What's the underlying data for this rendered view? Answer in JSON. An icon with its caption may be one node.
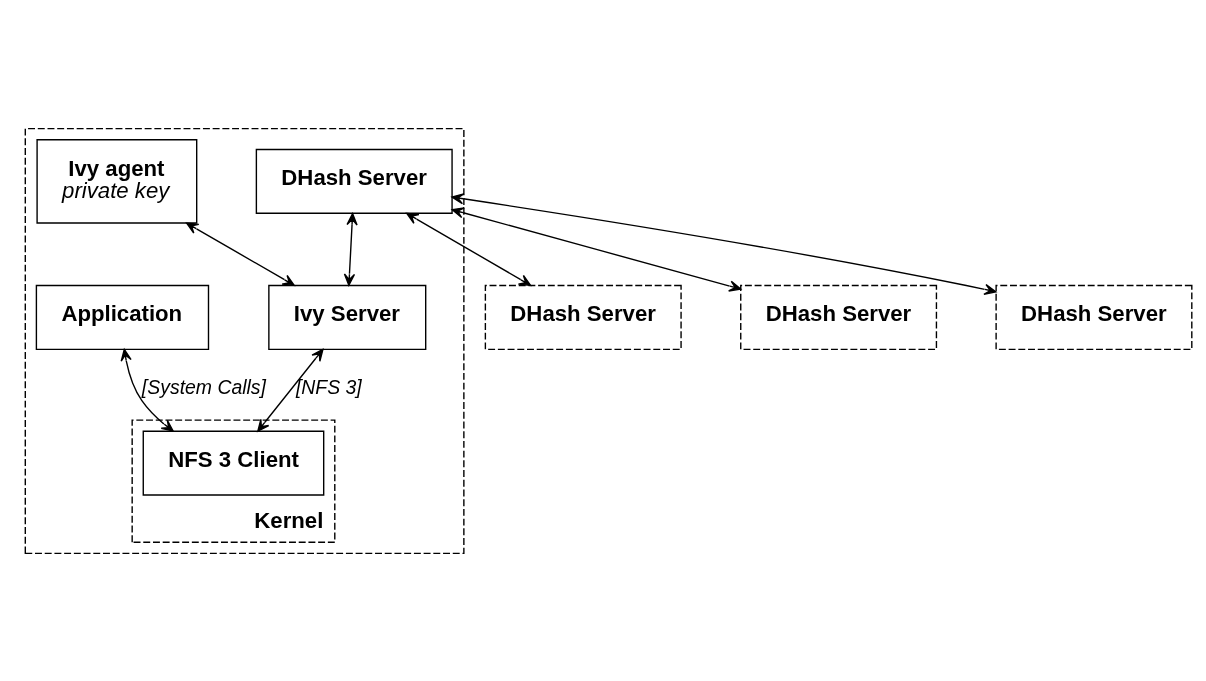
{
  "diagram": {
    "nodes": [
      {
        "text": [],
        "shape": "box"
      },
      {
        "text": [
          "Ivy agent",
          "private key"
        ],
        "in": 0
      },
      {
        "text": [
          "DHash Server"
        ],
        "in": 0
      },
      {
        "text": [
          "Application"
        ],
        "in": 0
      },
      {
        "text": [
          "Ivy Server"
        ],
        "in": 0
      },
      {
        "text": [
          "Kernel"
        ],
        "in": 0
      },
      {
        "text": [
          "NFS 3 Client"
        ],
        "in": 5
      },
      {
        "text": [
          "DHash Server"
        ]
      },
      {
        "text": [
          "DHash Server"
        ]
      },
      {
        "text": [
          "DHash Server"
        ]
      }
    ],
    "edges": [
      {
        "from": 2,
        "to": 7,
        "arrow": "both"
      },
      {
        "from": 2,
        "to": 8,
        "arrow": "both"
      },
      {
        "from": 2,
        "to": 9,
        "arrow": "both"
      },
      {
        "from": 1,
        "to": 4,
        "arrow": "both"
      },
      {
        "from": 2,
        "to": 4,
        "arrow": "both"
      },
      {
        "from": 3,
        "to": 6,
        "label": "[System Calls]",
        "arrow": "both"
      },
      {
        "from": 4,
        "to": 6,
        "label": "[NFS 3]",
        "arrow": "both"
      }
    ]
  }
}
